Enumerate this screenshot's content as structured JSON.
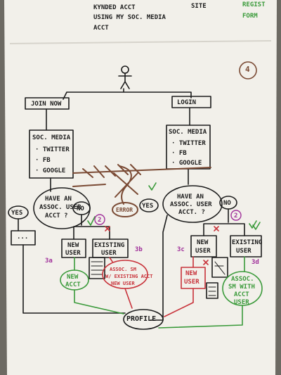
{
  "colors": {
    "paper": "#f2f0ea",
    "background": "#6d6a63",
    "ink": "#1c1c1c",
    "green": "#3a9a3a",
    "red": "#c8323a",
    "brown": "#7a4a34",
    "magenta": "#a0309a"
  },
  "top_notes": {
    "line1": "KYNDED ACCT",
    "line2": "USING MY SOC. MEDIA",
    "line3": "ACCT",
    "site": "SITE",
    "regist": "REGIST",
    "form": "FORM"
  },
  "page_number": "4",
  "left_branch": {
    "join_now": "JOIN NOW",
    "soc_media": "SOC. MEDIA",
    "twitter": "· TWITTER",
    "fb": "· FB",
    "google": "· GOOGLE",
    "question_line1": "HAVE AN",
    "question_line2": "ASSOC. USER",
    "question_line3": "ACCT ?",
    "yes": "YES",
    "no": "NO",
    "n_badge": "2",
    "ellipsis": "...",
    "new_user_1": "NEW",
    "new_user_2": "USER",
    "existing_user_1": "EXISTING",
    "existing_user_2": "USER",
    "label_3a": "3a",
    "label_3b": "3b",
    "new_acct_1": "NEW",
    "new_acct_2": "ACCT",
    "assoc_1": "ASSOC. SM",
    "assoc_2": "W/ EXISTING ACCT",
    "assoc_3": "NEW USER"
  },
  "right_branch": {
    "login": "LOGIN",
    "soc_media": "SOC. MEDIA",
    "twitter": "· TWITTER",
    "fb": "· FB",
    "google": "· GOOGLE",
    "question_line1": "HAVE AN",
    "question_line2": "ASSOC. USER",
    "question_line3": "ACCT. ?",
    "yes": "YES",
    "no": "NO",
    "n_badge": "2",
    "new_user_1": "NEW",
    "new_user_2": "USER",
    "existing_user_1": "EXISTING",
    "existing_user_2": "USER",
    "label_3c": "3c",
    "label_3d": "3d",
    "new_user_red_1": "NEW",
    "new_user_red_2": "USER",
    "assoc_1": "ASSOC.",
    "assoc_2": "SM WITH",
    "assoc_3": "ACCT",
    "assoc_4": "USER"
  },
  "center": {
    "error_note": "ERROR",
    "profile": "PROFILE"
  }
}
